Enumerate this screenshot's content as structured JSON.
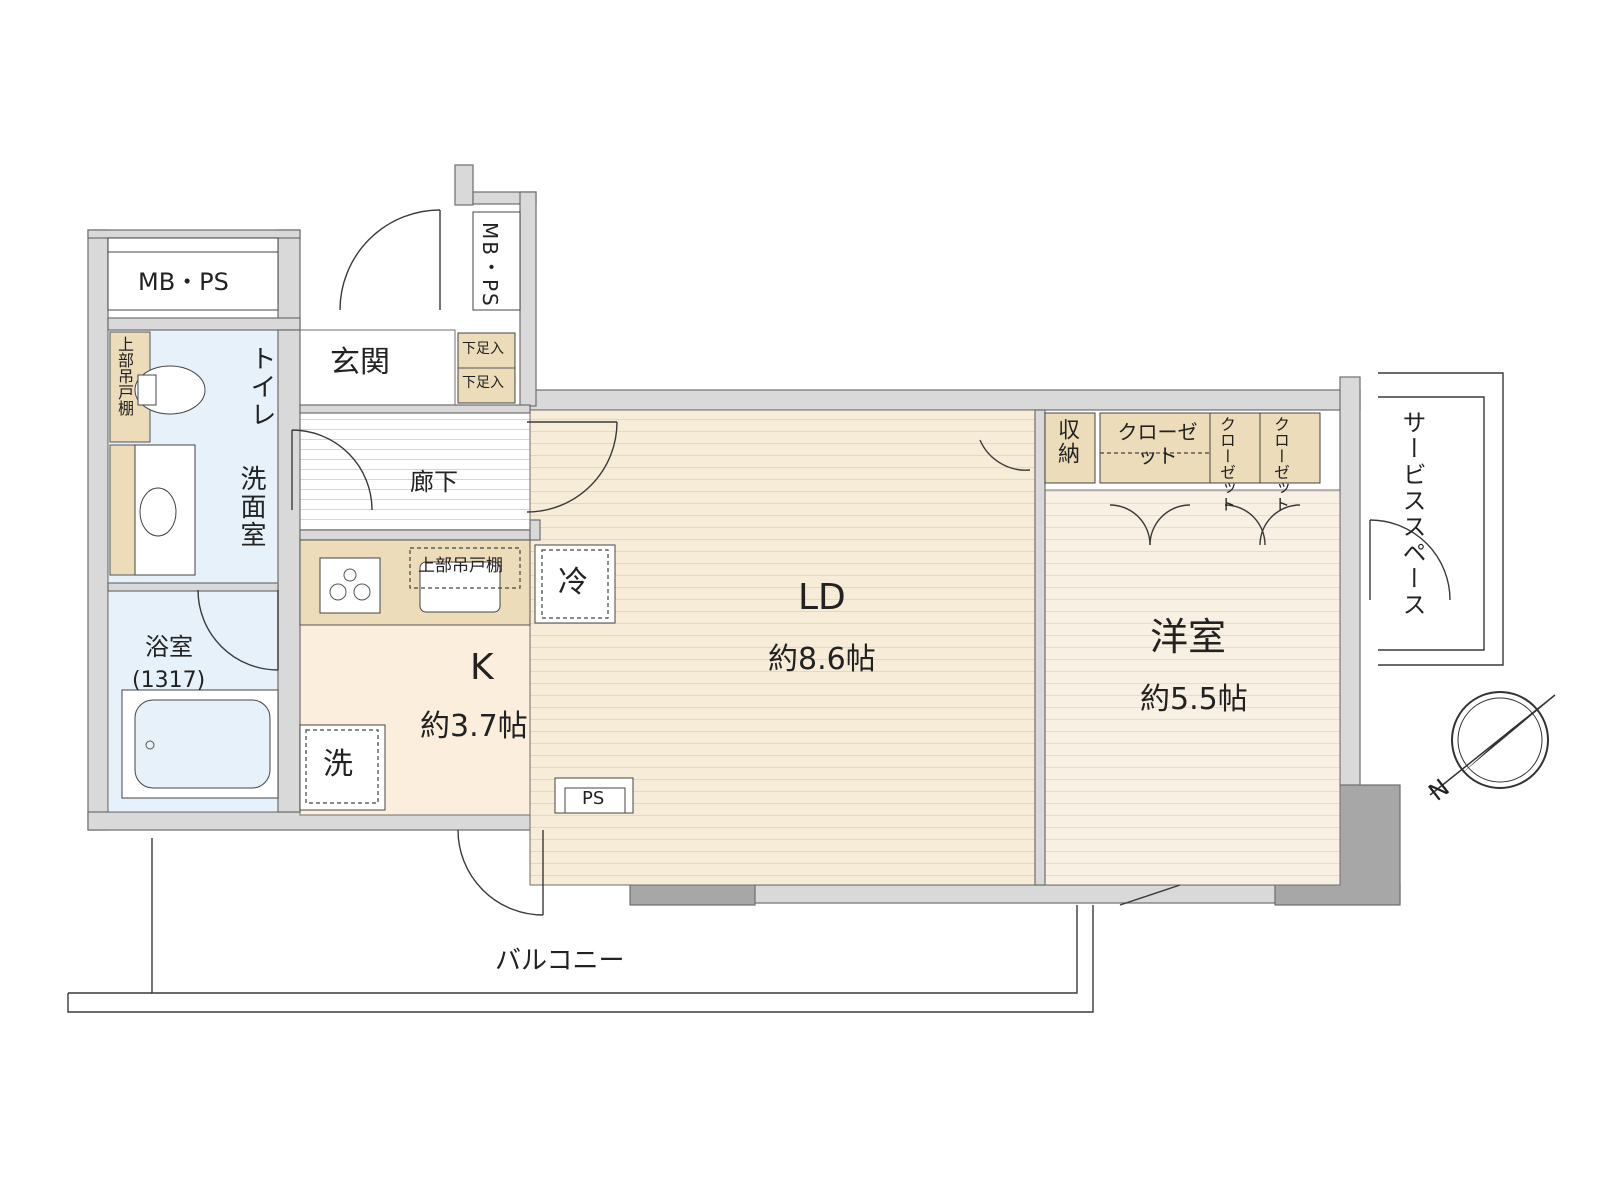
{
  "rooms": {
    "ld_name": "LD",
    "ld_size": "約8.6帖",
    "k_name": "K",
    "k_size": "約3.7帖",
    "western_name": "洋室",
    "western_size": "約5.5帖",
    "entrance": "玄関",
    "hallway": "廊下",
    "bathroom": "浴室",
    "bath_size": "(1317)",
    "toilet": "トイレ",
    "washroom": "洗面室",
    "balcony": "バルコニー",
    "service_space": "サービススペース"
  },
  "fixtures": {
    "mb_ps_left": "MB・PS",
    "mb_ps_top": "MB・PS",
    "ps": "PS",
    "fridge": "冷",
    "washer": "洗",
    "upper_shelf_kitchen": "上部吊戸棚",
    "upper_shelf_toilet": "上部吊戸棚",
    "shoe_box_1": "下足入",
    "shoe_box_2": "下足入",
    "storage": "収納",
    "closet_main": "クローゼット",
    "closet_a": "クローゼット",
    "closet_b": "クローゼット"
  },
  "compass": {
    "label": "N"
  },
  "colors": {
    "ld_floor": "#f7ecd8",
    "k_floor": "#fbeedd",
    "western_floor": "#f8f0e2",
    "wet_area": "#e6f1fa",
    "wall": "#d9d9d9",
    "column": "#a7a7a7",
    "storage": "#ecdcba"
  }
}
